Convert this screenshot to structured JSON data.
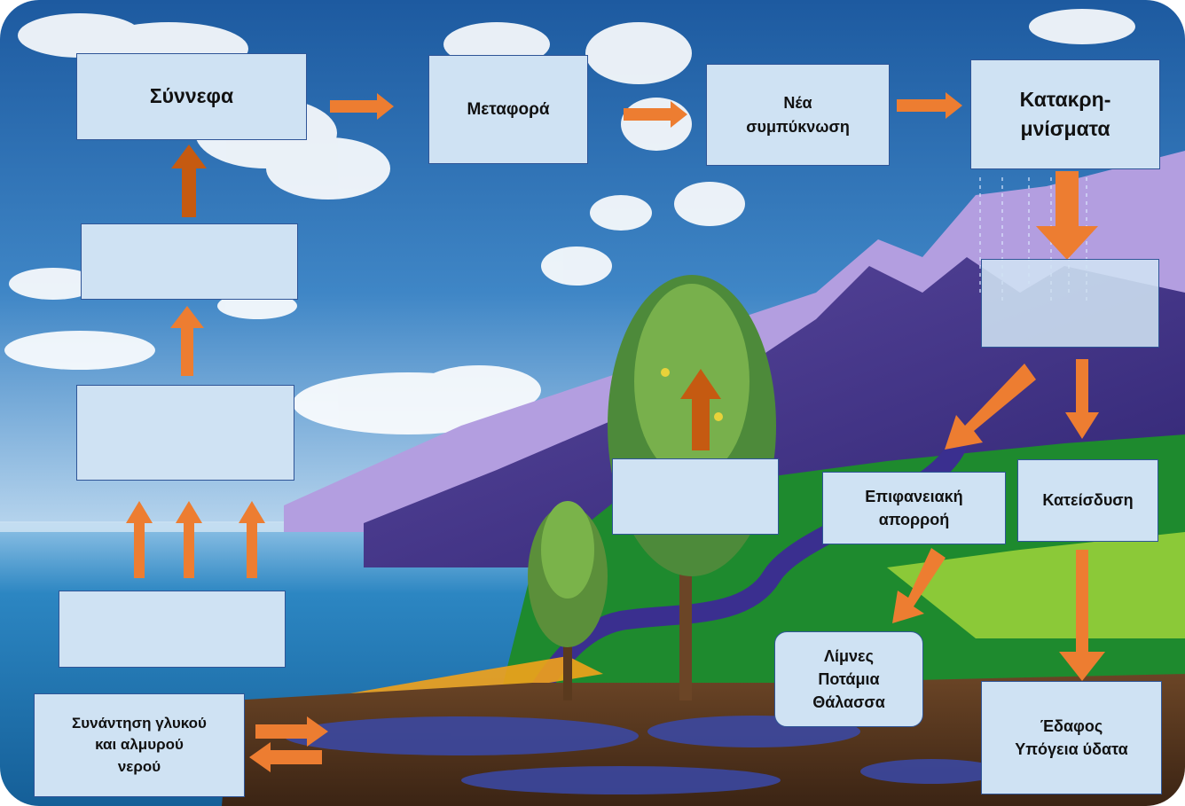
{
  "colors": {
    "box_fill": "#cfe2f3",
    "box_border": "#2f5597",
    "arrow_orange": "#ed7d31",
    "arrow_rust": "#c55a11",
    "sky": "#2f6fb0",
    "sea": "#1f6fa8",
    "mountain": "#4b3a8c",
    "grass": "#1e8a2e",
    "soil": "#5a3a1e"
  },
  "boxes": {
    "clouds": "Σύννεφα",
    "transport": "Μεταφορά",
    "new_condensation": "Νέα\nσυμπύκνωση",
    "precipitation": "Κατακρη-\nμνίσματα",
    "surface_runoff": "Επιφανειακή\nαπορροή",
    "infiltration": "Κατείσδυση",
    "lakes_rivers_sea": "Λίμνες\nΠοτάμια\nΘάλασσα",
    "soil_groundwater": "Έδαφος\nΥπόγεια  ύδατα",
    "fresh_salt_meeting": "Συνάντηση γλυκού\nκαι αλμυρού\nνερού",
    "blank_above_sea": "",
    "blank_middle_left": "",
    "blank_upper_left": "",
    "blank_below_precipitation": "",
    "blank_tree": ""
  }
}
